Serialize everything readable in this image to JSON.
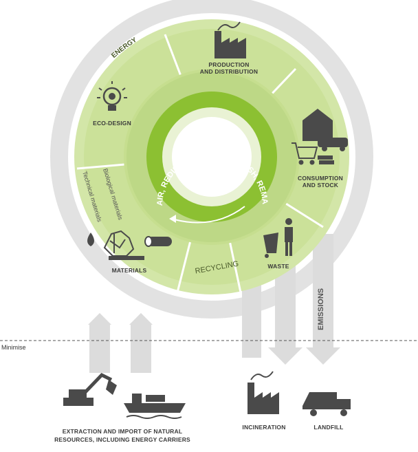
{
  "labels": {
    "energy": "ENERGY",
    "emissions": "EMISSIONS",
    "inner_ring": "REUSE, REPAIR, REDISTRIBUTE, REFURBISH, REMANUFACTURE",
    "production_1": "PRODUCTION",
    "production_2": "AND DISTRIBUTION",
    "consumption_1": "CONSUMPTION",
    "consumption_2": "AND STOCK",
    "waste": "WASTE",
    "recycling": "RECYCLING",
    "materials": "MATERIALS",
    "eco_design": "ECO-DESIGN",
    "technical_materials": "Technical materials",
    "biological_materials": "Biological materials",
    "minimise": "Minimise",
    "extraction_1": "EXTRACTION AND IMPORT OF NATURAL",
    "extraction_2": "RESOURCES, INCLUDING ENERGY CARRIERS",
    "incineration": "INCINERATION",
    "landfill": "LANDFILL"
  },
  "colors": {
    "outer_ring": "#e3e3e3",
    "green_light": "#d3e6a8",
    "green_mid": "#bcd887",
    "green_dark": "#8bbf2f",
    "icon": "#4a4a4a",
    "arrow_gray": "#d8d8d8"
  },
  "icons": [
    "factory-icon",
    "house-icon",
    "car-icon",
    "cart-icon",
    "person-bin-icon",
    "lightbulb-icon",
    "oil-drop-icon",
    "scrap-icon",
    "log-icon",
    "excavator-icon",
    "ship-icon",
    "truck-icon"
  ]
}
